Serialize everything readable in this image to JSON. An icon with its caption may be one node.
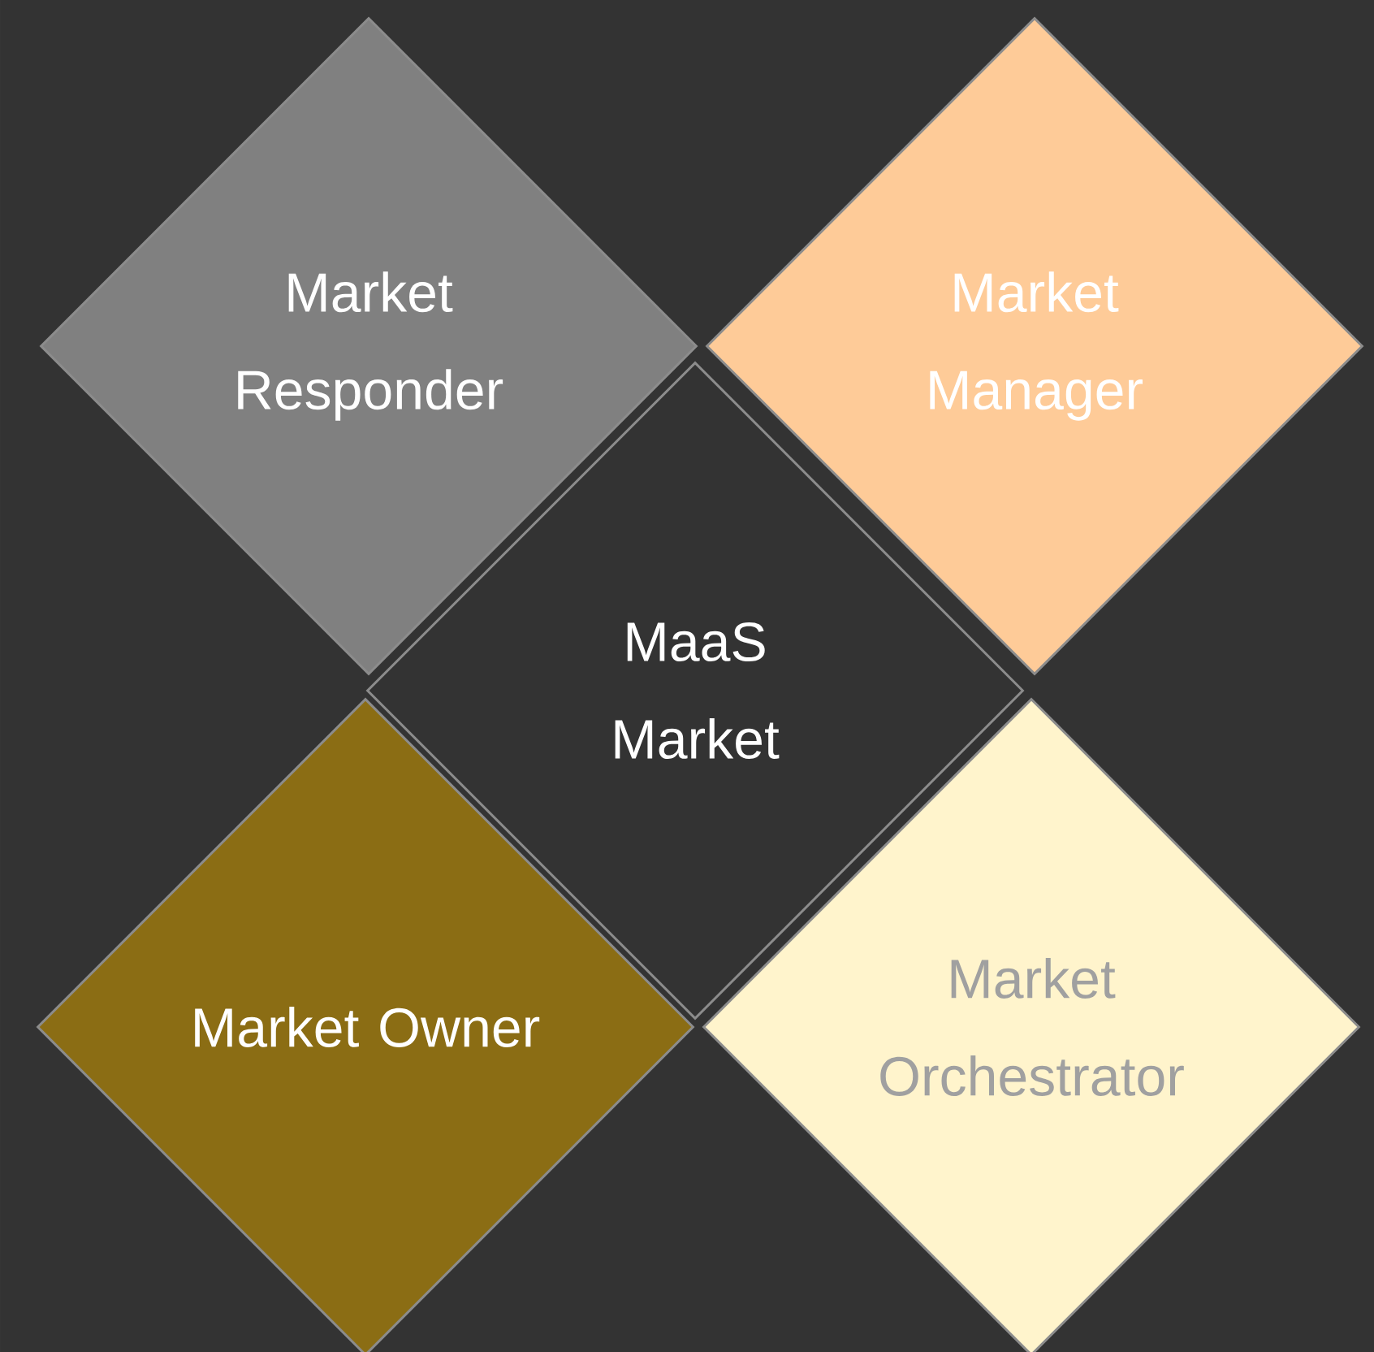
{
  "diagram": {
    "nodes": [
      {
        "text": [
          "Market Responder"
        ]
      },
      {
        "text": [
          "Market Manager"
        ]
      },
      {
        "text": [
          "MaaS Market"
        ]
      },
      {
        "text": [
          "Market Owner"
        ]
      },
      {
        "text": [
          "Market Orchestrator"
        ]
      }
    ]
  }
}
